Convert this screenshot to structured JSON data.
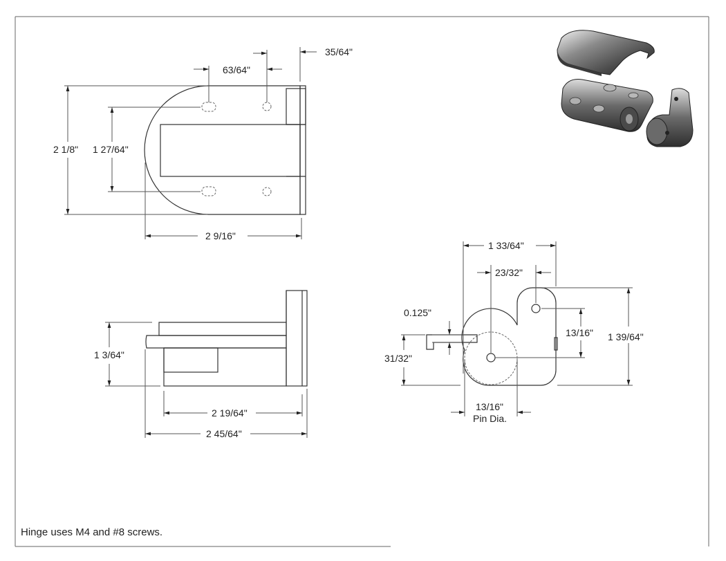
{
  "views": {
    "top": {
      "dim_hole_spacing": "63/64\"",
      "dim_flange": "35/64\"",
      "dim_height": "2 1/8\"",
      "dim_slot_spacing": "1 27/64\"",
      "dim_width": "2 9/16\""
    },
    "side": {
      "dim_thickness": "1 3/64\"",
      "dim_body_length": "2 19/64\"",
      "dim_overall_length": "2 45/64\""
    },
    "end": {
      "dim_width": "1 33/64\"",
      "dim_offset": "23/32\"",
      "dim_plate": "0.125\"",
      "dim_pin_height": "31/32\"",
      "dim_hole_offset": "13/16\"",
      "dim_overall_height": "1 39/64\"",
      "dim_pin_dia_value": "13/16\"",
      "dim_pin_dia_label": "Pin Dia."
    }
  },
  "note": "Hinge uses M4 and #8 screws."
}
